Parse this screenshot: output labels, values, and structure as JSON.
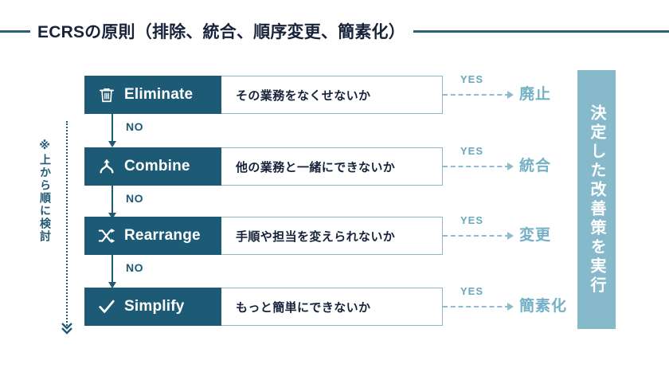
{
  "header": {
    "title": "ECRSの原則（排除、統合、順序変更、簡素化）"
  },
  "side_note": {
    "text": "※上から順に検討",
    "arrow_icon": "arrow-down-chevron-icon"
  },
  "flow": {
    "no_label": "NO",
    "yes_label": "YES",
    "steps": [
      {
        "icon": "trash-icon",
        "name": "Eliminate",
        "question": "その業務をなくせないか",
        "outcome": "廃止"
      },
      {
        "icon": "merge-arrow-icon",
        "name": "Combine",
        "question": "他の業務と一緒にできないか",
        "outcome": "統合"
      },
      {
        "icon": "shuffle-icon",
        "name": "Rearrange",
        "question": "手順や担当を変えられないか",
        "outcome": "変更"
      },
      {
        "icon": "check-icon",
        "name": "Simplify",
        "question": "もっと簡単にできないか",
        "outcome": "簡素化"
      }
    ]
  },
  "result_panel": {
    "text": "決定した改善策を実行"
  },
  "colors": {
    "dark_teal": "#1d5a75",
    "light_teal": "#86bacb",
    "accent_text": "#74b0c6",
    "title_text": "#17233b",
    "rule": "#2b5f77"
  }
}
